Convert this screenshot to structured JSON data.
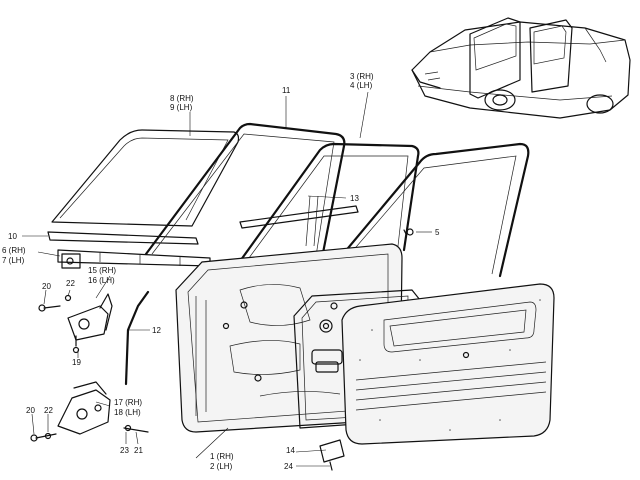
{
  "callouts": {
    "c1": "1 (RH)",
    "c2": "2 (LH)",
    "c3": "3 (RH)",
    "c4": "4 (LH)",
    "c5": "5",
    "c6": "6 (RH)",
    "c7": "7 (LH)",
    "c8": "8 (RH)",
    "c9": "9 (LH)",
    "c10": "10",
    "c11": "11",
    "c12": "12",
    "c13": "13",
    "c14": "14",
    "c15": "15 (RH)",
    "c16": "16 (LH)",
    "c17": "17 (RH)",
    "c18": "18 (LH)",
    "c19": "19",
    "c20a": "20",
    "c20b": "20",
    "c21": "21",
    "c22a": "22",
    "c22b": "22",
    "c23": "23",
    "c24": "24"
  },
  "colors": {
    "ink": "#111111",
    "background": "#ffffff"
  }
}
